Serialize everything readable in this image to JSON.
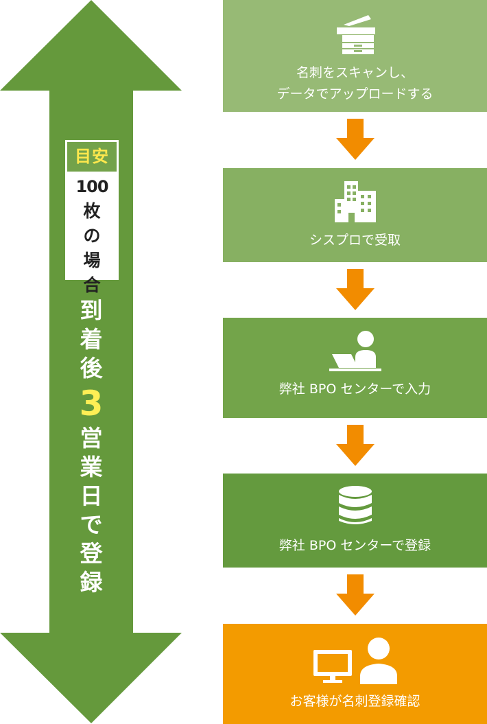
{
  "colors": {
    "big_arrow": "#65993c",
    "step1": "#97ba75",
    "step2": "#87b062",
    "step3": "#73a44a",
    "step4": "#649a3e",
    "step5": "#f39b00",
    "connector": "#f28c00",
    "label_head": "#73a24a",
    "highlight": "#ffe84d"
  },
  "timeline": {
    "head": "目安",
    "body": [
      "100",
      "枚",
      "の",
      "場",
      "合"
    ],
    "main": [
      "到",
      "着",
      "後"
    ],
    "number": "3",
    "tail": [
      "営",
      "業",
      "日",
      "で",
      "登",
      "録"
    ]
  },
  "steps": [
    {
      "icon": "scanner-icon",
      "lines": [
        "名刺をスキャンし、",
        "データでアップロードする"
      ]
    },
    {
      "icon": "building-icon",
      "lines": [
        "シスプロで受取"
      ]
    },
    {
      "icon": "operator-at-desk-icon",
      "lines": [
        "弊社 BPO センターで入力"
      ]
    },
    {
      "icon": "database-icon",
      "lines": [
        "弊社 BPO センターで登録"
      ]
    },
    {
      "icon": "monitor-and-user-icon",
      "lines": [
        "お客様が名刺登録確認"
      ]
    }
  ]
}
